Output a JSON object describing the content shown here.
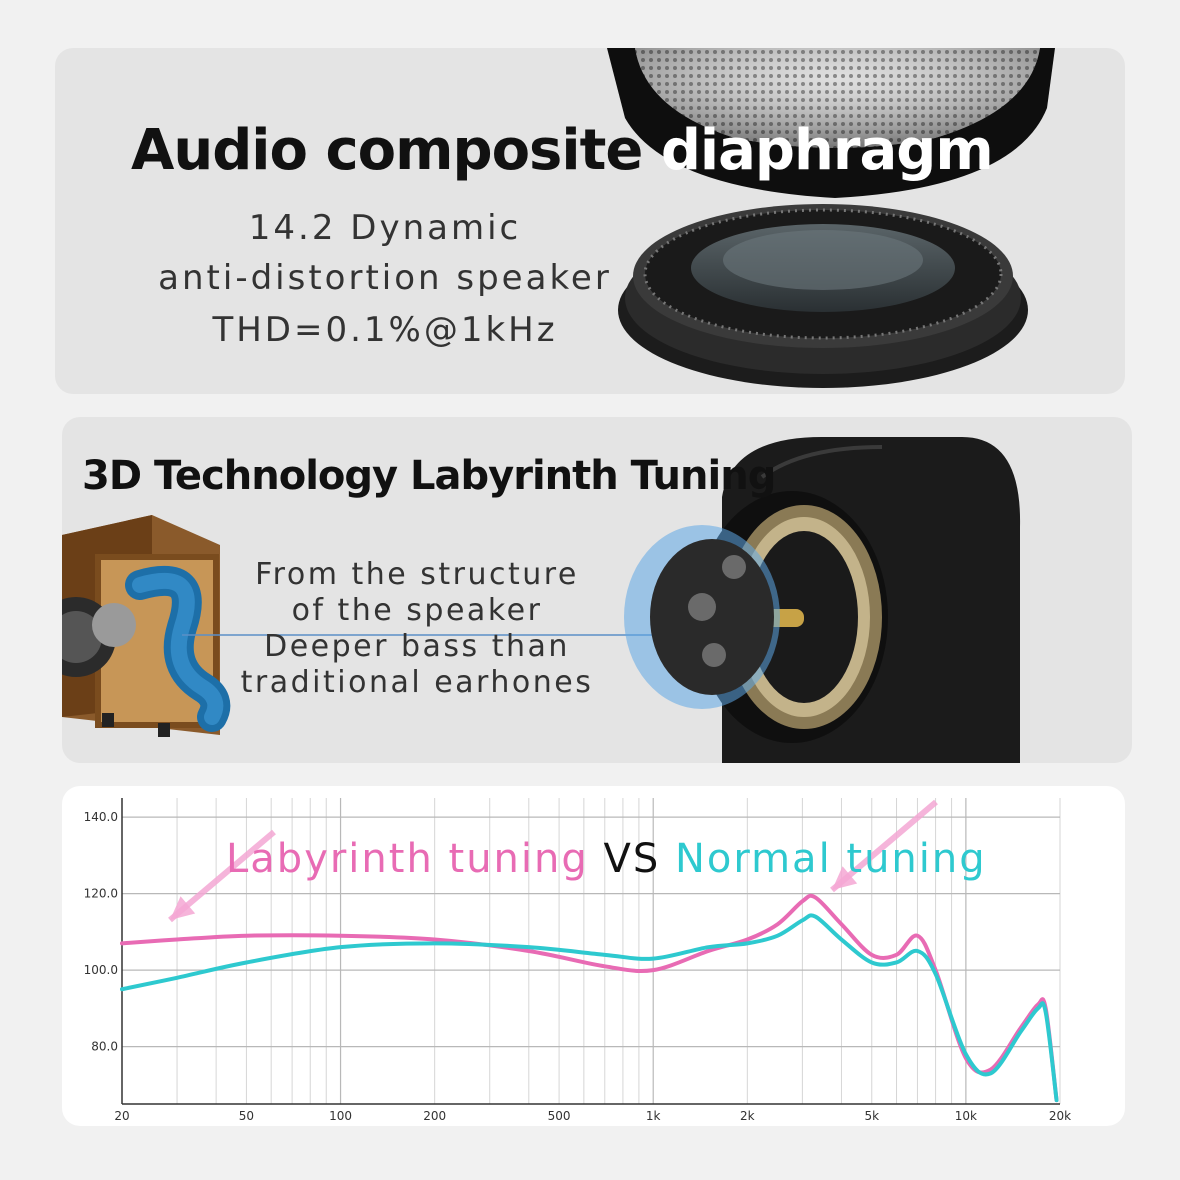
{
  "section1": {
    "title_part1": "Audio composite ",
    "title_part2": "diaphragm",
    "line1": "14.2 Dynamic",
    "line2": "anti-distortion speaker",
    "line3": "THD=0.1%@1kHz"
  },
  "section2": {
    "title": "3D Technology Labyrinth Tuning",
    "line1": "From the structure",
    "line2": "of the speaker",
    "line3": "Deeper bass than",
    "line4": "traditional earhones"
  },
  "chart_data": {
    "type": "line",
    "title_parts": [
      "Labyrinth tuning",
      " VS ",
      "Normal tuning"
    ],
    "colors": {
      "labyrinth": "#e86bb4",
      "normal": "#2ec9cf",
      "vs": "#111111"
    },
    "x_scale": "log",
    "xlim": [
      20,
      20000
    ],
    "ylim": [
      65,
      145
    ],
    "x_ticks": [
      20,
      50,
      100,
      200,
      500,
      1000,
      2000,
      5000,
      10000,
      20000
    ],
    "x_tick_labels": [
      "20",
      "50",
      "100",
      "200",
      "500",
      "1k",
      "2k",
      "5k",
      "10k",
      "20k"
    ],
    "y_ticks": [
      80,
      100,
      120,
      140
    ],
    "y_tick_labels": [
      "80.0",
      "100.0",
      "120.0",
      "140.0"
    ],
    "grid": true,
    "series": [
      {
        "key": "labyrinth",
        "x": [
          20,
          30,
          50,
          100,
          200,
          400,
          700,
          1000,
          1500,
          2000,
          2500,
          3000,
          3300,
          4000,
          5000,
          6000,
          7000,
          8000,
          10000,
          12000,
          15000,
          17000,
          18000,
          19500
        ],
        "y": [
          107,
          108,
          109,
          109,
          108,
          105,
          101,
          100,
          105,
          108,
          112,
          118,
          119,
          112,
          104,
          104,
          109,
          100,
          77,
          74,
          85,
          91,
          90,
          66
        ]
      },
      {
        "key": "normal",
        "x": [
          20,
          30,
          50,
          100,
          200,
          400,
          700,
          1000,
          1500,
          2000,
          2500,
          3000,
          3300,
          4000,
          5000,
          6000,
          7000,
          8000,
          10000,
          12000,
          15000,
          17000,
          18000,
          19500
        ],
        "y": [
          95,
          98,
          102,
          106,
          107,
          106,
          104,
          103,
          106,
          107,
          109,
          113,
          114,
          108,
          102,
          102,
          105,
          99,
          78,
          73,
          84,
          90,
          89,
          66
        ]
      }
    ]
  }
}
